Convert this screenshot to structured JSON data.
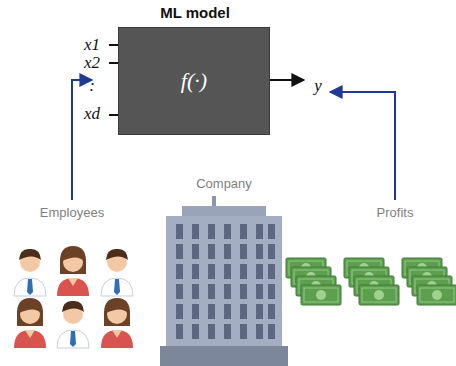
{
  "diagram": {
    "title": "ML model",
    "nodes": [
      {
        "text": [
          "f(·)"
        ]
      }
    ],
    "labels": [
      "x1",
      "x2",
      ":",
      "xd",
      "y",
      "Employees",
      "Company",
      "Profits"
    ]
  }
}
